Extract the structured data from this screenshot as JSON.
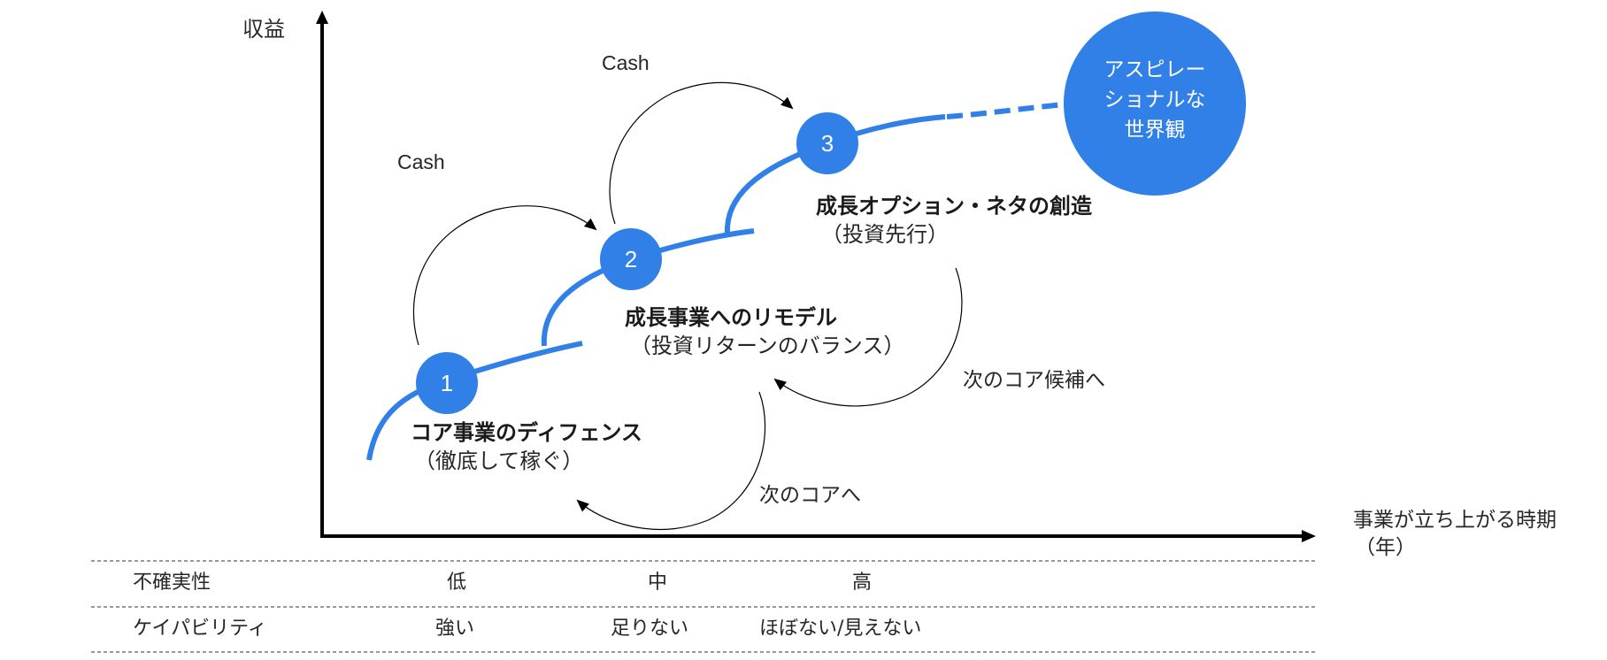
{
  "colors": {
    "accent": "#3080E8",
    "axis": "#000000",
    "text": "#262626",
    "on_accent": "#FFFFFF"
  },
  "axes": {
    "y_label": "収益",
    "x_label_line1": "事業が立ち上がる時期",
    "x_label_line2": "（年）"
  },
  "stages": [
    {
      "number": "1",
      "title": "コア事業のディフェンス",
      "subtitle": "（徹底して稼ぐ）"
    },
    {
      "number": "2",
      "title": "成長事業へのリモデル",
      "subtitle": "（投資リターンのバランス）"
    },
    {
      "number": "3",
      "title": "成長オプション・ネタの創造",
      "subtitle": "（投資先行）"
    }
  ],
  "aspiration": {
    "lines": [
      "アスピレー",
      "ショナルな",
      "世界観"
    ]
  },
  "flows": {
    "cash_1": "Cash",
    "cash_2": "Cash",
    "next_core": "次のコアへ",
    "next_core_candidate": "次のコア候補へ"
  },
  "table": {
    "rows": [
      {
        "label": "不確実性",
        "values": [
          "低",
          "中",
          "高"
        ]
      },
      {
        "label": "ケイパビリティ",
        "values": [
          "強い",
          "足りない",
          "ほぼない/見えない"
        ]
      }
    ]
  }
}
